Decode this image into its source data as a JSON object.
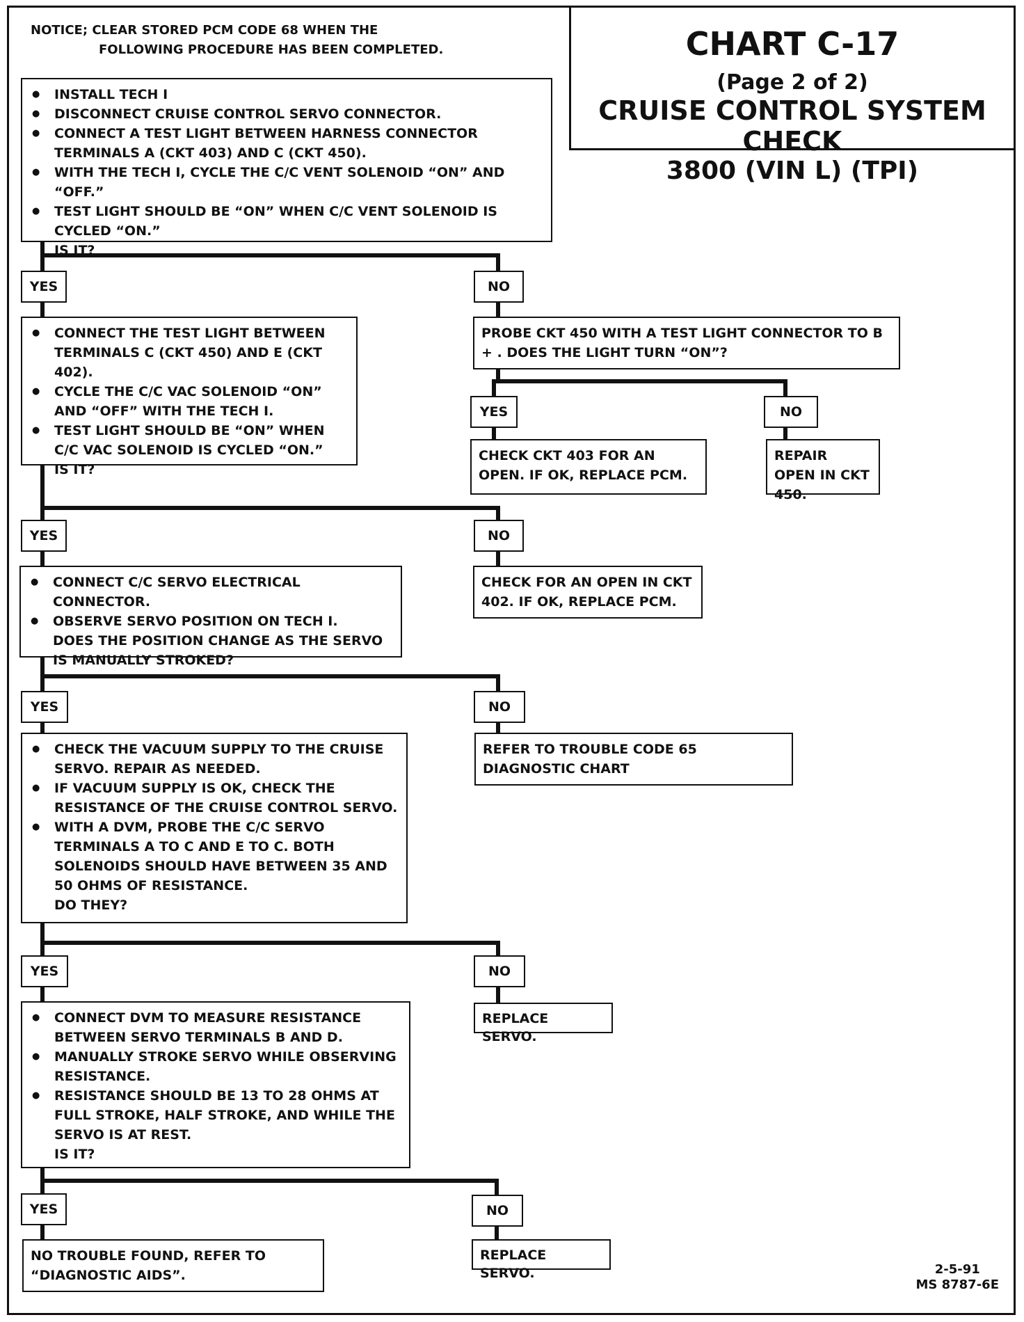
{
  "notice": {
    "line1": "NOTICE;  CLEAR STORED PCM CODE 68 WHEN THE",
    "line2": "FOLLOWING PROCEDURE HAS BEEN COMPLETED."
  },
  "title": {
    "chart": "CHART C-17",
    "page": "(Page 2 of 2)",
    "name": "CRUISE CONTROL SYSTEM CHECK",
    "engine": "3800  (VIN L)  (TPI)"
  },
  "steps": {
    "step1": {
      "bullets": [
        "INSTALL TECH I",
        "DISCONNECT CRUISE CONTROL SERVO CONNECTOR.",
        "CONNECT A TEST LIGHT BETWEEN HARNESS CONNECTOR TERMINALS A (CKT 403) AND C (CKT 450).",
        "WITH THE TECH I, CYCLE THE C/C VENT SOLENOID “ON” AND “OFF.”",
        "TEST LIGHT SHOULD BE “ON” WHEN C/C VENT SOLENOID IS CYCLED “ON.”"
      ],
      "question": "IS IT?"
    },
    "step2": {
      "bullets": [
        "CONNECT THE TEST LIGHT BETWEEN TERMINALS C (CKT 450) AND E (CKT 402).",
        "CYCLE THE C/C VAC SOLENOID “ON” AND “OFF” WITH THE TECH I.",
        "TEST LIGHT SHOULD BE “ON” WHEN C/C VAC SOLENOID IS CYCLED “ON.”"
      ],
      "question": "IS IT?"
    },
    "step1_no": "PROBE CKT 450 WITH A TEST LIGHT CONNECTOR TO B + . DOES THE LIGHT TURN “ON”?",
    "step1_no_yes": "CHECK CKT 403 FOR AN OPEN. IF OK, REPLACE PCM.",
    "step1_no_no": "REPAIR OPEN IN CKT 450.",
    "step3": {
      "bullets": [
        "CONNECT C/C SERVO ELECTRICAL CONNECTOR.",
        "OBSERVE SERVO POSITION ON TECH I."
      ],
      "question": "DOES THE POSITION CHANGE AS THE SERVO IS MANUALLY STROKED?"
    },
    "step2_no": "CHECK FOR AN OPEN IN CKT 402.  IF OK, REPLACE PCM.",
    "step4": {
      "bullets": [
        "CHECK THE VACUUM SUPPLY TO THE CRUISE SERVO.  REPAIR AS NEEDED.",
        "IF VACUUM SUPPLY IS OK, CHECK THE RESISTANCE OF THE CRUISE CONTROL SERVO.",
        "WITH A DVM, PROBE THE C/C SERVO TERMINALS A TO C AND E TO C.  BOTH SOLENOIDS SHOULD HAVE BETWEEN 35 AND 50 OHMS OF RESISTANCE."
      ],
      "question": "DO THEY?"
    },
    "step3_no": "REFER TO TROUBLE CODE 65 DIAGNOSTIC CHART",
    "step5": {
      "bullets": [
        "CONNECT DVM TO MEASURE RESISTANCE BETWEEN SERVO TERMINALS B AND D.",
        "MANUALLY STROKE SERVO WHILE OBSERVING RESISTANCE.",
        "RESISTANCE SHOULD BE 13 TO 28 OHMS AT FULL STROKE, HALF STROKE, AND WHILE THE SERVO IS AT REST."
      ],
      "question": "IS IT?"
    },
    "step4_no": "REPLACE SERVO.",
    "step5_yes": "NO TROUBLE FOUND, REFER TO “DIAGNOSTIC AIDS”.",
    "step5_no": "REPLACE SERVO."
  },
  "labels": {
    "yes": "YES",
    "no": "NO"
  },
  "footer": {
    "date": "2-5-91",
    "code": "MS 8787-6E"
  }
}
